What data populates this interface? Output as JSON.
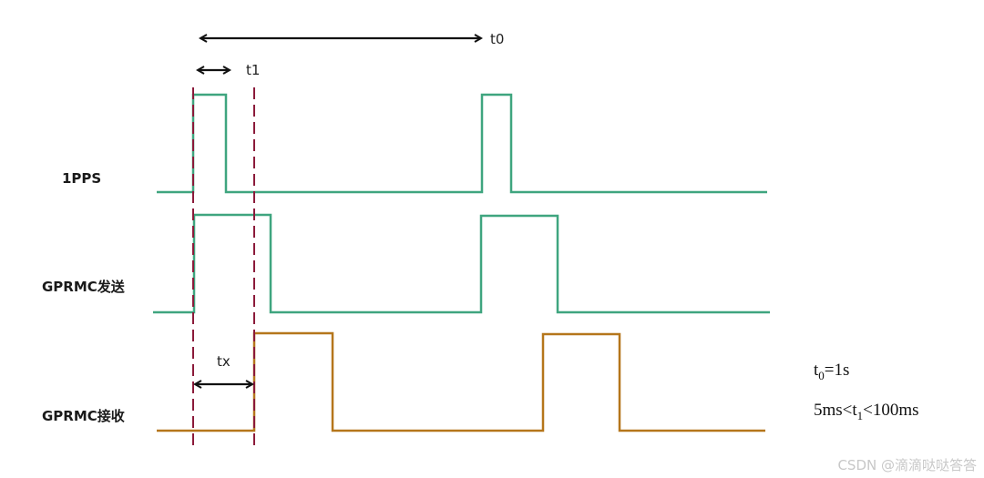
{
  "diagram": {
    "type": "timing-diagram",
    "signals": [
      {
        "name": "1PPS",
        "color": "#3fa57f"
      },
      {
        "name": "GPRMC发送",
        "color": "#3fa57f"
      },
      {
        "name": "GPRMC接收",
        "color": "#b5761b"
      }
    ],
    "marker_color": "#8b1a3a",
    "arrow_color": "#111111",
    "dimensions": {
      "t0": "t0",
      "t1": "t1",
      "tx": "tx"
    },
    "notes": {
      "t0_base": "t",
      "t0_sub": "0",
      "t0_rest": "=1s",
      "t1_pre": "5ms<t",
      "t1_sub": "1",
      "t1_rest": "<100ms"
    }
  },
  "watermark": "CSDN @滴滴哒哒答答"
}
